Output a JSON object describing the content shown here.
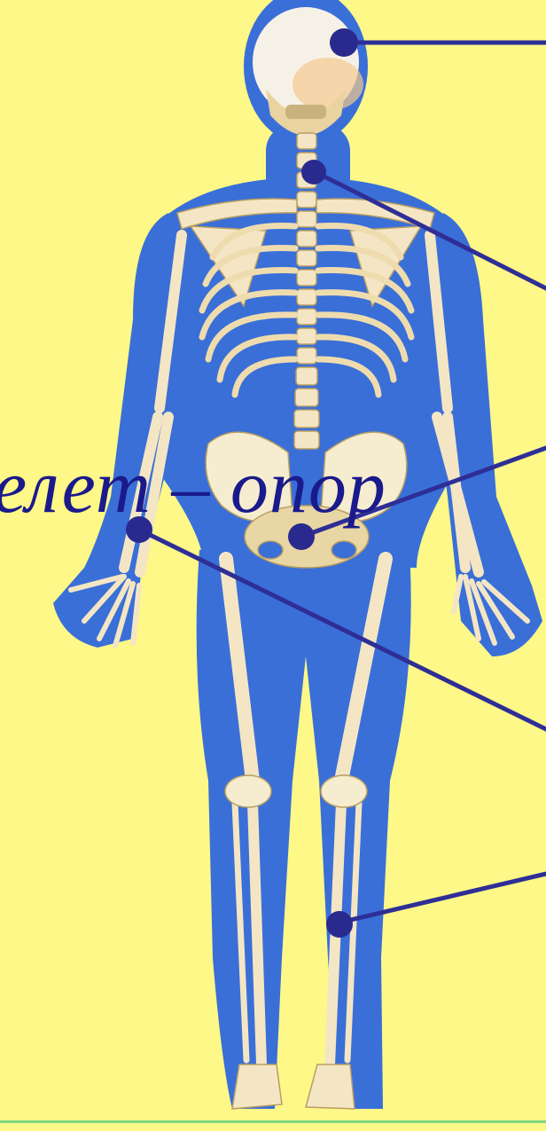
{
  "diagram": {
    "caption": "елет – опор",
    "colors": {
      "background": "#fdf887",
      "silhouette": "#3a6fd8",
      "bone": "#f4e6c4",
      "bone_shadow": "#c9b27e",
      "leader": "#2e2e96",
      "dot": "#2a2a8e",
      "caption": "#1a1a8c"
    },
    "callouts": [
      {
        "name": "skull"
      },
      {
        "name": "spine"
      },
      {
        "name": "pelvis"
      },
      {
        "name": "arm"
      },
      {
        "name": "leg"
      }
    ]
  }
}
